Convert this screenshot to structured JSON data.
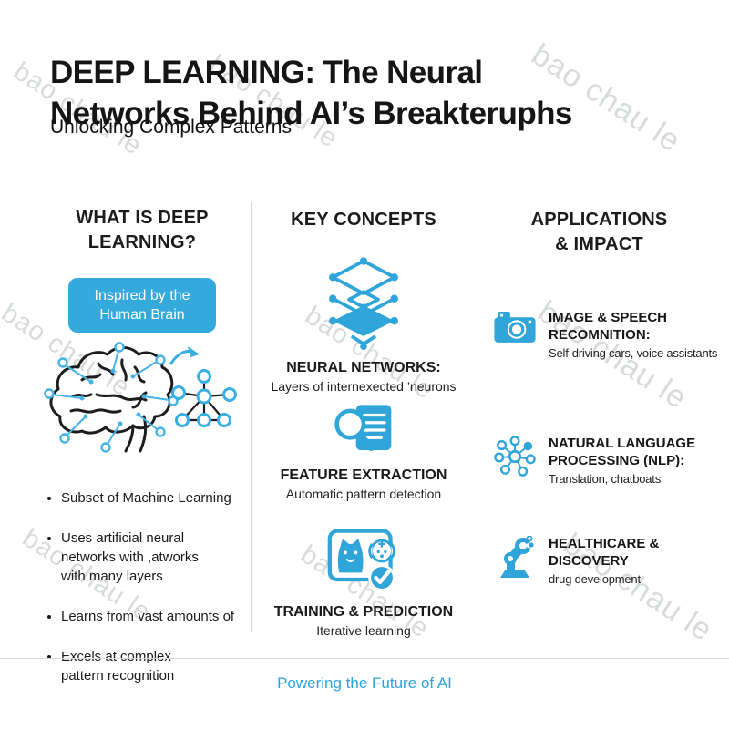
{
  "watermark": {
    "text": "bao chau le",
    "color": "#b9bec1"
  },
  "header": {
    "title": "DEEP LEARNING: The Neural\nNetworks Behind AI’s Breakteruphs",
    "subtitle": "Unlocking Complex Patterns"
  },
  "columns": {
    "what_is": {
      "heading": "WHAT IS DEEP\nLEARNING?",
      "badge": "Inspired by the\nHuman Brain",
      "bullets": [
        "Subset of Machine Learning",
        "Uses artificial neural\nnetworks with ,atworks\nwith many layers",
        "Learns from vast amounts of",
        "Excels at complex\npattern recognition"
      ]
    },
    "key_concepts": {
      "heading": "KEY CONCEPTS",
      "items": [
        {
          "icon": "layers-icon",
          "title": "NEURAL NETWORKS:",
          "desc": "Layers of internexected ’neurons"
        },
        {
          "icon": "magnifier-document-icon",
          "title": "FEATURE EXTRACTION",
          "desc": "Automatic pattern detection"
        },
        {
          "icon": "cat-dog-check-icon",
          "title": "TRAINING & PREDICTION",
          "desc": "Iterative learning"
        }
      ]
    },
    "applications": {
      "heading": "APPLICATIONS\n& IMPACT",
      "items": [
        {
          "icon": "camera-icon",
          "title": "IMAGE & SPEECH\nRECOMNITION:",
          "desc": "Self-driving cars, voice assistants"
        },
        {
          "icon": "nlp-network-icon",
          "title": "NATURAL LANGUAGE\nPROCESSING (NLP):",
          "desc": "Translation, chatboats"
        },
        {
          "icon": "robot-arm-icon",
          "title": "HEALTHICARE &\nDISCOVERY",
          "desc": "drug development"
        }
      ]
    }
  },
  "footer": {
    "tagline": "Powering the Future of AI"
  },
  "colors": {
    "accent_blue": "#2fa5d9",
    "badge_blue": "#34a9dc",
    "footer_blue": "#2ba5d8",
    "text_black": "#1a1a1a",
    "divider_gray": "#d7d7d7"
  }
}
